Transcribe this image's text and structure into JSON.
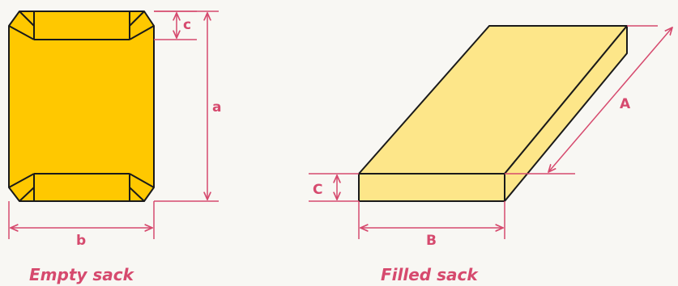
{
  "colors": {
    "empty_sack_fill": "#ffc800",
    "filled_sack_fill": "#fde689",
    "dimension_line": "#d64a6e",
    "outline": "#1a1a1a",
    "caption_text": "#d64a6e",
    "label_text": "#d64a6e"
  },
  "empty_sack": {
    "caption": "Empty sack",
    "labels": {
      "a": "a",
      "b": "b",
      "c": "c"
    }
  },
  "filled_sack": {
    "caption": "Filled sack",
    "labels": {
      "A": "A",
      "B": "B",
      "C": "C"
    }
  }
}
